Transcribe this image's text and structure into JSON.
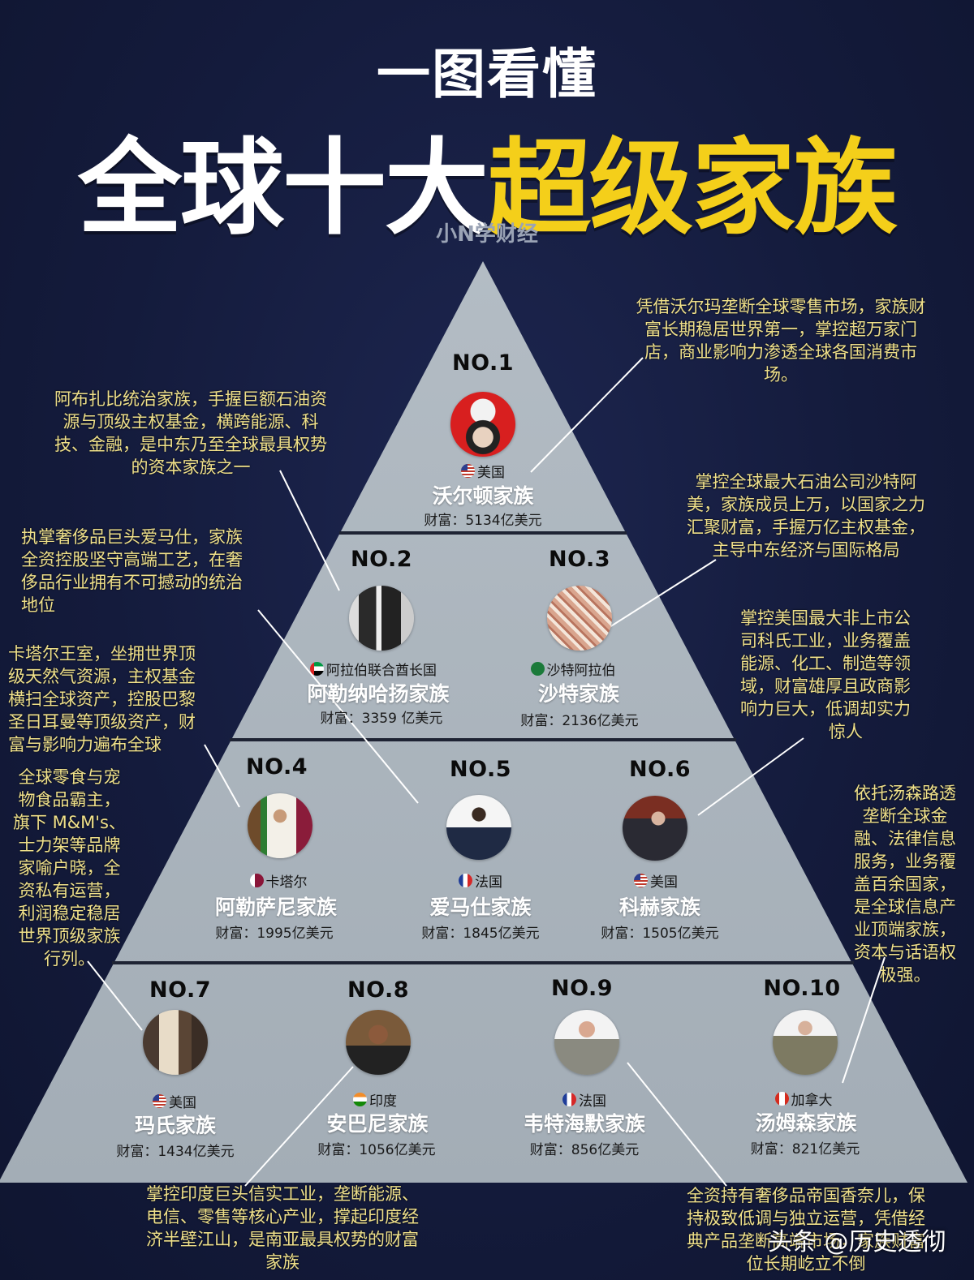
{
  "header": {
    "kicker": "一图看懂",
    "title_white": "全球十大",
    "title_yellow": "超级家族",
    "byline": "小N学财经"
  },
  "colors": {
    "background": "#141b3c",
    "pyramid": "#a9b3bc",
    "title_yellow": "#f4cf1a",
    "note_text": "#efe08a",
    "separator": "#1e2333"
  },
  "wealth_label": "财富：",
  "families": [
    {
      "rank": "NO.1",
      "country": "美国",
      "flag": "us-flag-icon",
      "name": "沃尔顿家族",
      "wealth": "财富：5134亿美元",
      "wealth_value_billion_usd": 5134
    },
    {
      "rank": "NO.2",
      "country": "阿拉伯联合酋长国",
      "flag": "uae-flag-icon",
      "name": "阿勒纳哈扬家族",
      "wealth": "财富：3359 亿美元",
      "wealth_value_billion_usd": 3359
    },
    {
      "rank": "NO.3",
      "country": "沙特阿拉伯",
      "flag": "saudi-flag-icon",
      "name": "沙特家族",
      "wealth": "财富：2136亿美元",
      "wealth_value_billion_usd": 2136
    },
    {
      "rank": "NO.4",
      "country": "卡塔尔",
      "flag": "qatar-flag-icon",
      "name": "阿勒萨尼家族",
      "wealth": "财富：1995亿美元",
      "wealth_value_billion_usd": 1995
    },
    {
      "rank": "NO.5",
      "country": "法国",
      "flag": "france-flag-icon",
      "name": "爱马仕家族",
      "wealth": "财富：1845亿美元",
      "wealth_value_billion_usd": 1845
    },
    {
      "rank": "NO.6",
      "country": "美国",
      "flag": "us-flag-icon",
      "name": "科赫家族",
      "wealth": "财富：1505亿美元",
      "wealth_value_billion_usd": 1505
    },
    {
      "rank": "NO.7",
      "country": "美国",
      "flag": "us-flag-icon",
      "name": "玛氏家族",
      "wealth": "财富：1434亿美元",
      "wealth_value_billion_usd": 1434
    },
    {
      "rank": "NO.8",
      "country": "印度",
      "flag": "india-flag-icon",
      "name": "安巴尼家族",
      "wealth": "财富：1056亿美元",
      "wealth_value_billion_usd": 1056
    },
    {
      "rank": "NO.9",
      "country": "法国",
      "flag": "france-flag-icon",
      "name": "韦特海默家族",
      "wealth": "财富：856亿美元",
      "wealth_value_billion_usd": 856
    },
    {
      "rank": "NO.10",
      "country": "加拿大",
      "flag": "canada-flag-icon",
      "name": "汤姆森家族",
      "wealth": "财富：821亿美元",
      "wealth_value_billion_usd": 821
    }
  ],
  "notes": {
    "walton": [
      "凭借沃尔玛垄断全球零售市场，家族财",
      "富长期稳居世界第一，掌控超万家门",
      "店，商业影响力渗透全球各国消费市",
      "场。"
    ],
    "nahyan": [
      "阿布扎比统治家族，手握巨额石油资",
      "源与顶级主权基金，横跨能源、科",
      "技、金融，是中东乃至全球最具权势",
      "的资本家族之一"
    ],
    "saud": [
      "掌控全球最大石油公司沙特阿",
      "美，家族成员上万，以国家之力",
      "汇聚财富，手握万亿主权基金，",
      "主导中东经济与国际格局"
    ],
    "hermes": [
      "执掌奢侈品巨头爱马仕，家族",
      "全资控股坚守高端工艺，在奢",
      "侈品行业拥有不可撼动的统治",
      "地位"
    ],
    "koch": [
      "掌控美国最大非上市公",
      "司科氏工业，业务覆盖",
      "能源、化工、制造等领",
      "域，财富雄厚且政商影",
      "响力巨大，低调却实力",
      "惊人"
    ],
    "thani": [
      "卡塔尔王室，坐拥世界顶",
      "级天然气资源，主权基金",
      "横扫全球资产，控股巴黎",
      "圣日耳曼等顶级资产，财",
      "富与影响力遍布全球"
    ],
    "mars": [
      "全球零食与宠",
      "物食品霸主，",
      "旗下 M&M's、",
      "士力架等品牌",
      "家喻户晓，全",
      "资私有运营，",
      "利润稳定稳居",
      "世界顶级家族",
      "行列。"
    ],
    "thomson": [
      "依托汤森路透",
      "垄断全球金",
      "融、法律信息",
      "服务，业务覆",
      "盖百余国家，",
      "是全球信息产",
      "业顶端家族，",
      "资本与话语权",
      "极强。"
    ],
    "ambani": [
      "掌控印度巨头信实工业，垄断能源、",
      "电信、零售等核心产业，撑起印度经",
      "济半壁江山，是南亚最具权势的财富",
      "家族"
    ],
    "wertheimer": [
      "全资持有奢侈品帝国香奈儿，保",
      "持极致低调与独立运营，凭借经",
      "典产品垄断高端市场，家族财富",
      "位长期屹立不倒"
    ]
  },
  "watermark": "头条 @历史透彻"
}
